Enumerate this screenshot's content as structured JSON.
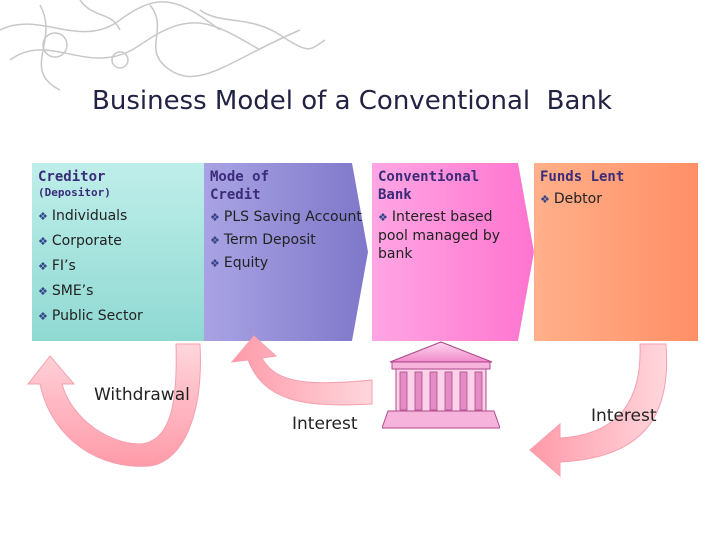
{
  "title": "Business Model of a Conventional  Bank",
  "panels": [
    {
      "heading": "Creditor",
      "subheading": "(Depositor)",
      "items": [
        "Individuals",
        "Corporate",
        "FI’s",
        "SME’s",
        "Public Sector"
      ],
      "color": "#a8e4de"
    },
    {
      "heading": "Mode of Credit",
      "items": [
        "PLS Saving Account",
        "Term Deposit",
        "Equity"
      ],
      "color": "#9a93d9"
    },
    {
      "heading": "Conventional Bank",
      "items": [
        "Interest based pool managed by bank"
      ],
      "color": "#ff86d8"
    },
    {
      "heading": "Funds Lent",
      "items": [
        "Debtor"
      ],
      "color": "#ff9a70"
    }
  ],
  "flows": {
    "withdrawal": "Withdrawal",
    "interest_to_creditor": "Interest",
    "interest_from_debtor": "Interest"
  },
  "icons": {
    "bullet": "diamond-bullet-icon",
    "bank": "bank-building-icon"
  }
}
